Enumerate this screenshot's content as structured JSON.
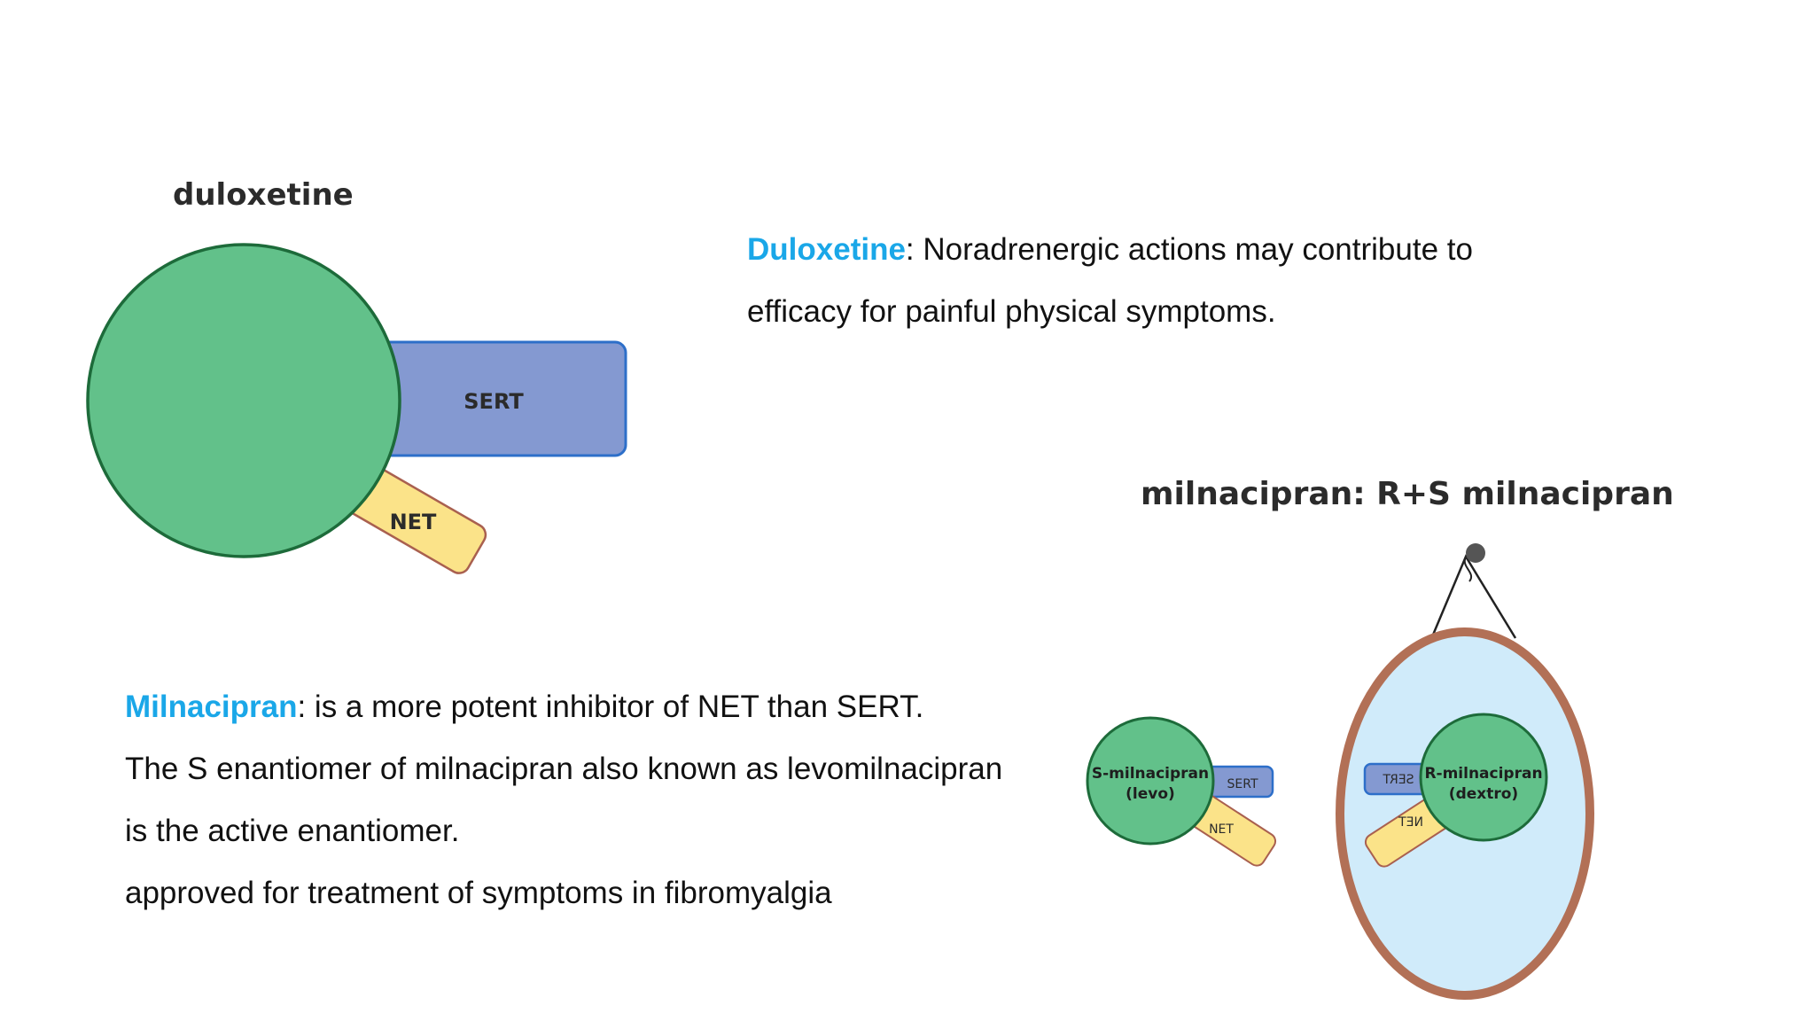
{
  "duloxetine_diagram": {
    "title": "duloxetine",
    "sert_label": "SERT",
    "net_label": "NET"
  },
  "duloxetine_text": {
    "name": "Duloxetine",
    "line1_rest": ": Noradrenergic actions may contribute to",
    "line2": "efficacy for painful physical symptoms."
  },
  "milnacipran_diagram": {
    "title": "milnacipran: R+S milnacipran",
    "s_label_1": "S-milnacipran",
    "s_label_2": "(levo)",
    "s_sert": "SERT",
    "s_net": "NET",
    "r_label_1": "R-milnacipran",
    "r_label_2": "(dextro)",
    "r_sert": "SERT",
    "r_net": "NET"
  },
  "milnacipran_text": {
    "name": "Milnacipran",
    "line1_rest": ": is a more potent inhibitor of NET than SERT.",
    "line2": "The S enantiomer of milnacipran also known as levomilnacipran",
    "line3": "is the active enantiomer.",
    "line4": "approved for treatment of symptoms in fibromyalgia"
  },
  "colors": {
    "highlight": "#1aa7e8",
    "drug_green": "#62c18a",
    "sert_blue": "#8499d1",
    "net_yellow": "#fbe389",
    "mirror_border": "#b27056",
    "mirror_fill": "#d0ebfa"
  }
}
